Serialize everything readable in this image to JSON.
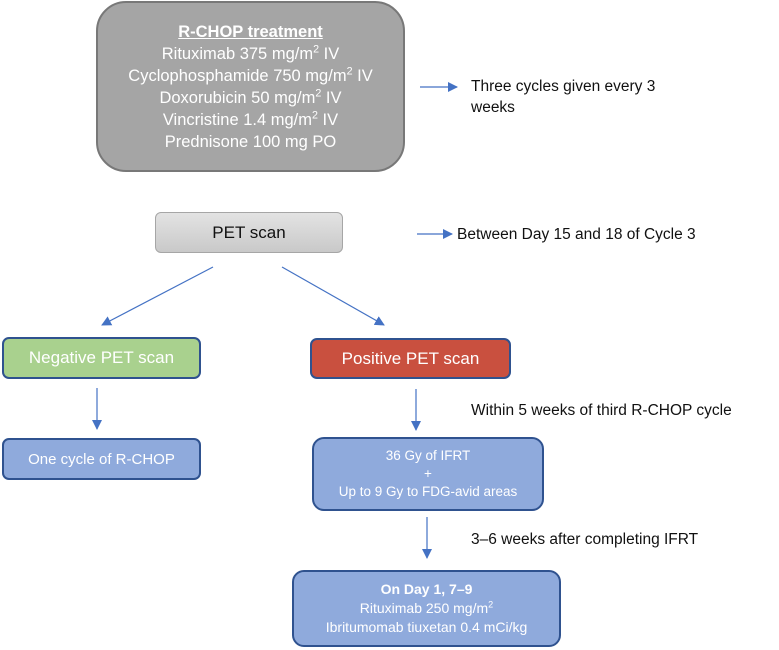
{
  "diagram": {
    "colors": {
      "arrow": "#4472c4",
      "rchop_fill": "#a5a5a5",
      "negative_fill": "#a9d18e",
      "positive_fill": "#c9503f",
      "treatment_fill": "#8faadc",
      "box_border": "#2f528f"
    },
    "rchop": {
      "title": "R-CHOP treatment",
      "lines": [
        {
          "text": "Rituximab 375 mg/m",
          "sup": "2",
          "suffix": " IV"
        },
        {
          "text": "Cyclophosphamide 750 mg/m",
          "sup": "2",
          "suffix": " IV"
        },
        {
          "text": "Doxorubicin 50 mg/m",
          "sup": "2",
          "suffix": " IV"
        },
        {
          "text": "Vincristine 1.4 mg/m",
          "sup": "2",
          "suffix": " IV"
        },
        {
          "text": "Prednisone 100 mg PO",
          "sup": "",
          "suffix": ""
        }
      ]
    },
    "rchop_note": [
      "Three cycles given every 3",
      "weeks"
    ],
    "pet_scan": "PET scan",
    "pet_note": "Between Day 15 and 18 of Cycle 3",
    "negative": "Negative PET scan",
    "positive": "Positive PET scan",
    "negative_next": "One cycle of R-CHOP",
    "positive_note": "Within 5 weeks of third R-CHOP cycle",
    "ifrt": {
      "line1": "36 Gy of IFRT",
      "line2": "+",
      "line3": "Up to 9 Gy to FDG-avid areas"
    },
    "ifrt_note": "3–6 weeks after completing IFRT",
    "ibritumomab": {
      "title": "On Day 1, 7–9",
      "line1": "Rituximab 250 mg/m",
      "line1_sup": "2",
      "line2": "Ibritumomab tiuxetan 0.4 mCi/kg"
    }
  }
}
